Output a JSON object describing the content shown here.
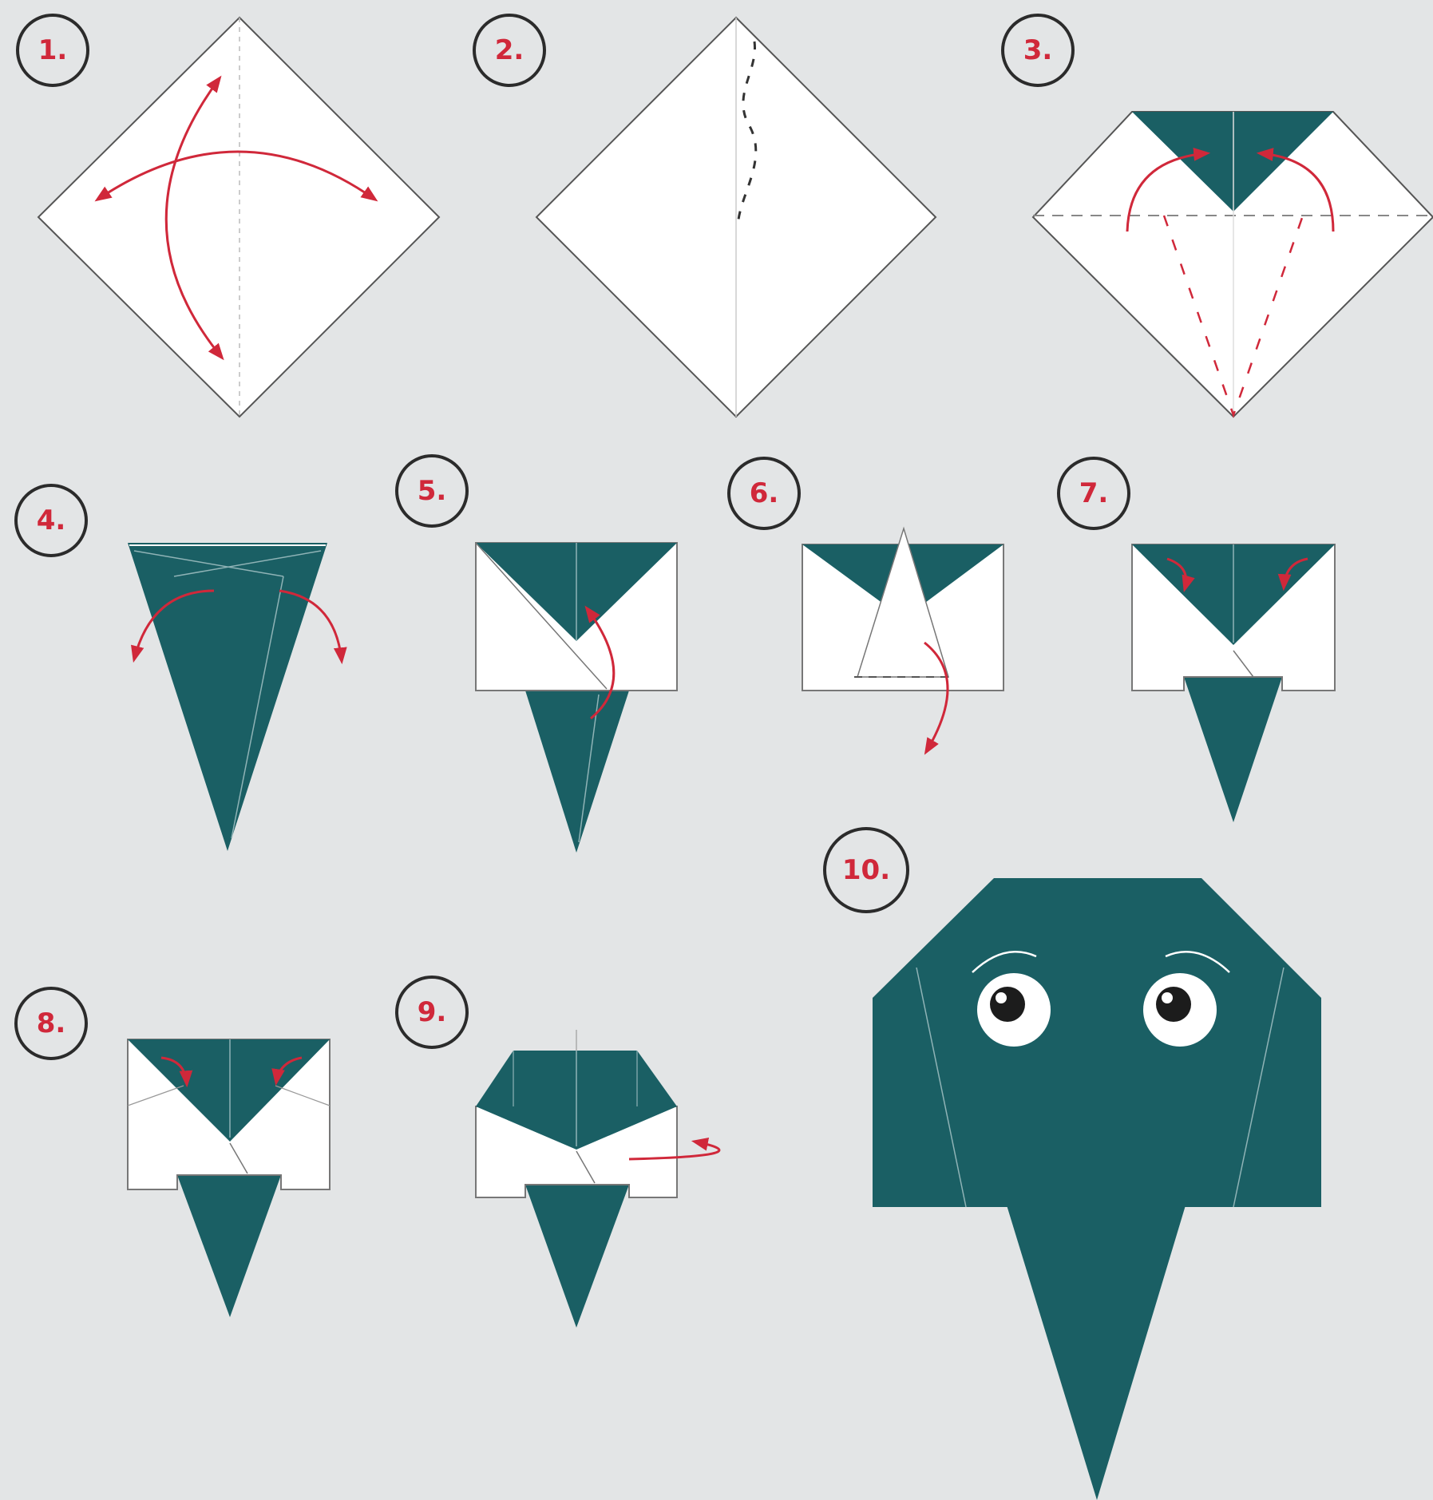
{
  "steps": [
    {
      "number": "1."
    },
    {
      "number": "2."
    },
    {
      "number": "3."
    },
    {
      "number": "4."
    },
    {
      "number": "5."
    },
    {
      "number": "6."
    },
    {
      "number": "7."
    },
    {
      "number": "8."
    },
    {
      "number": "9."
    },
    {
      "number": "10."
    }
  ],
  "colors": {
    "background": "#e3e5e6",
    "paper_front": "#1a5f64",
    "paper_back": "#ffffff",
    "fold_arrow": "#d0283a",
    "step_circle": "#2b2b2b",
    "step_number": "#d0283a"
  },
  "icons": {
    "fold_arrow": "curved-arrow-icon",
    "eye": "eye-icon",
    "eyebrow": "eyebrow-icon"
  }
}
